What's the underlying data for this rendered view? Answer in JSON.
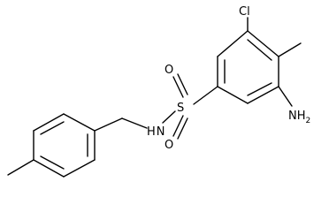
{
  "molecule": {
    "atom_labels": {
      "chlorine": "Cl",
      "amine": "NH",
      "amine_sub": "2",
      "sulfur": "S",
      "oxygen_top": "O",
      "oxygen_bottom": "O",
      "sulfonamide_nitrogen": "N",
      "sulfonamide_h": "H"
    },
    "colors": {
      "line": "#000000",
      "background": "#ffffff"
    }
  }
}
